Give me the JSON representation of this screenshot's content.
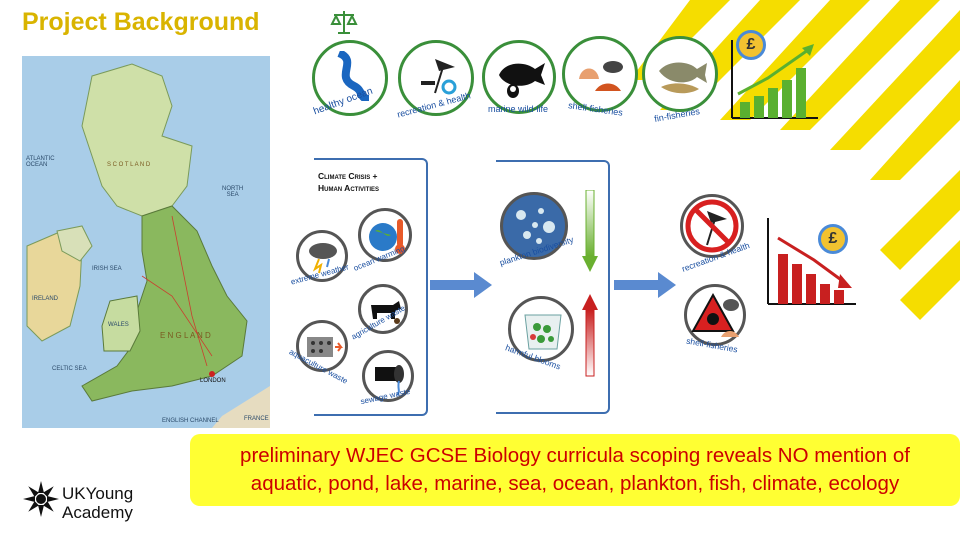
{
  "title": "Project Background",
  "map": {
    "labels": {
      "atlantic_ocean": "ATLANTIC\nOCEAN",
      "north_sea": "NORTH\nSEA",
      "scotland": "S C O T L A N D",
      "england": "E N G L A N D",
      "wales": "WALES",
      "ireland": "IRELAND",
      "london": "LONDON",
      "english_channel": "ENGLISH CHANNEL",
      "france": "FRANCE",
      "irish_sea": "IRISH SEA",
      "celtic_sea": "CELTIC SEA"
    }
  },
  "top_icons": [
    {
      "label": "healthy ocean",
      "icon": "wave-icon"
    },
    {
      "label": "recreation & health",
      "icon": "beach-icon"
    },
    {
      "label": "marine wild-life",
      "icon": "whale-icon"
    },
    {
      "label": "shell-fisheries",
      "icon": "shell-icon"
    },
    {
      "label": "fin-fisheries",
      "icon": "fish-icon"
    }
  ],
  "pound_symbol": "£",
  "causes": {
    "title_line1": "Climate Crisis +",
    "title_line2": "Human Activities",
    "items": [
      {
        "label": "extreme weather",
        "icon": "storm-icon"
      },
      {
        "label": "ocean warming",
        "icon": "globe-thermometer-icon"
      },
      {
        "label": "agriculture waste",
        "icon": "cow-icon"
      },
      {
        "label": "aquaculture waste",
        "icon": "fish-farm-icon"
      },
      {
        "label": "sewage waste",
        "icon": "pipe-icon"
      }
    ]
  },
  "effects": [
    {
      "label": "plankton biodiversity",
      "icon": "plankton-icon",
      "trend": "down"
    },
    {
      "label": "harmful blooms",
      "icon": "bloom-icon",
      "trend": "up"
    }
  ],
  "impacts": [
    {
      "label": "recreation & health",
      "icon": "no-beach-icon"
    },
    {
      "label": "shell-fisheries",
      "icon": "toxic-shell-icon"
    }
  ],
  "banner": {
    "line1": "preliminary WJEC GCSE Biology curricula scoping reveals NO mention of",
    "line2": "aquatic, pond, lake, marine, sea, ocean, plankton, fish, climate, ecology"
  },
  "logo": {
    "line1": "UKYoung",
    "line2": "Academy"
  },
  "colors": {
    "accent_yellow": "#f5dd00",
    "title": "#d9b400",
    "banner_bg": "#ffff33",
    "banner_text": "#cc0000",
    "circle_border": "#3a8f3a",
    "label_blue": "#1a4fa0"
  }
}
